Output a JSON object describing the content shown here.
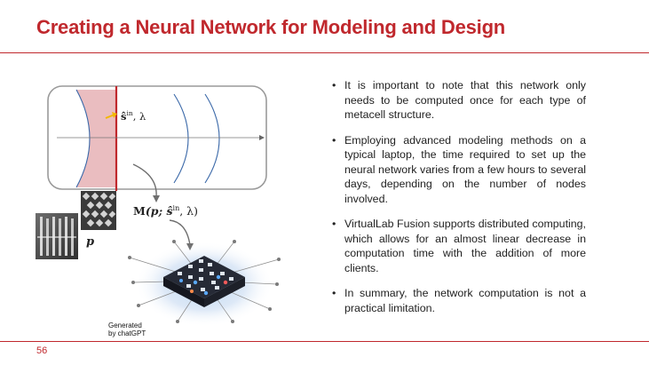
{
  "slide": {
    "title": "Creating a Neural Network for Modeling and Design",
    "page_number": "56",
    "accent_color": "#c0282d"
  },
  "bullets": [
    {
      "marker": "•",
      "text": "It is important to note that this network only needs to be computed once for each type of metacell structure."
    },
    {
      "marker": "•",
      "text": "Employing advanced modeling methods on a typical laptop, the time required to set up the neural network varies from a few hours to sev­eral days, depending on the number of nodes involved."
    },
    {
      "marker": "•",
      "text": "VirtualLab Fusion supports distributed com­puting, which allows for an almost linear de­crease in computation time with the addition of more clients."
    },
    {
      "marker": "•",
      "text": "In summary, the network computation is not a practical limitation."
    }
  ],
  "figure": {
    "incident_label": "ŝ",
    "incident_sup": "in",
    "incident_suffix": ", λ",
    "model_label_M": "M",
    "model_label_args": "(p; ŝ",
    "model_label_sup": "in",
    "model_label_tail": ", λ)",
    "param_label": "p",
    "caption_line1": "Generated",
    "caption_line2": "by chatGPT",
    "icons": [
      "metacell-sem-image",
      "metacell-array-image",
      "neural-network-chip-image",
      "arrow-right-icon"
    ]
  }
}
